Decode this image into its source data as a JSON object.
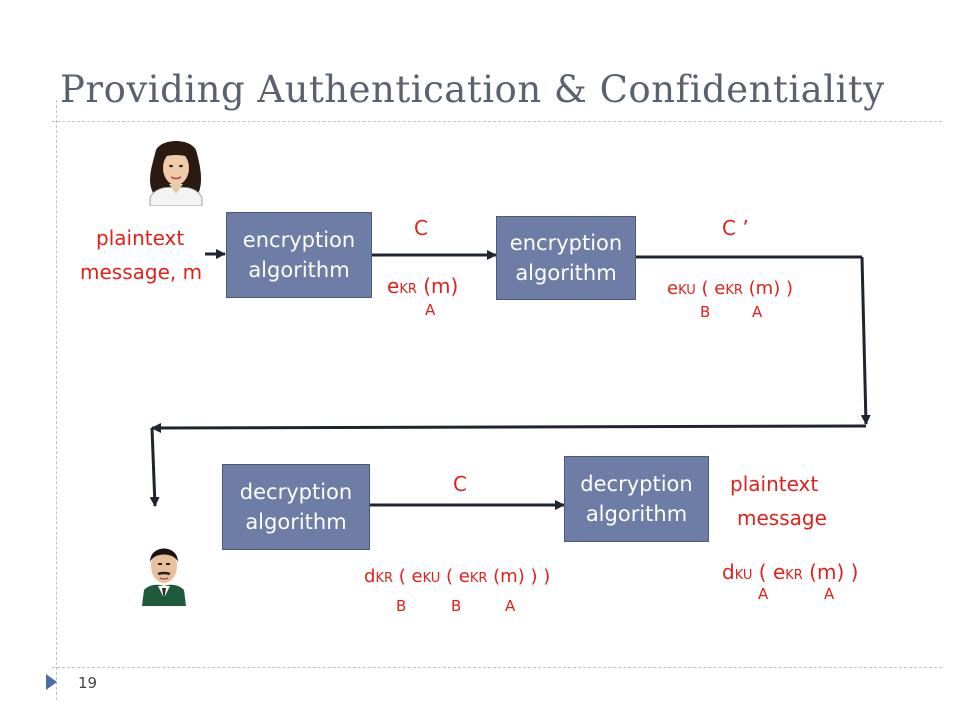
{
  "slide": {
    "title": "Providing Authentication & Confidentiality",
    "page_number": "19"
  },
  "boxes": {
    "enc1": [
      "encryption",
      "algorithm"
    ],
    "enc2": [
      "encryption",
      "algorithm"
    ],
    "dec1": [
      "decryption",
      "algorithm"
    ],
    "dec2": [
      "decryption",
      "algorithm"
    ]
  },
  "labels": {
    "plaintext_in": [
      "plaintext",
      "message, m"
    ],
    "plaintext_out": [
      "plaintext",
      "message"
    ],
    "c1": "C",
    "c2": "C ’",
    "c3": "C"
  },
  "formulas": {
    "f1": {
      "e": "e",
      "kr": "KR",
      "m": "(m)",
      "a": "A"
    },
    "f2": {
      "e": "e",
      "ku": "KU",
      "open": "(",
      "e2": "e",
      "kr": "KR",
      "m": "(m) )",
      "b": "B",
      "a": "A"
    },
    "f3": {
      "d": "d",
      "kr": "KR",
      "open1": "(",
      "e": "e",
      "ku": "KU",
      "open2": "(",
      "e2": "e",
      "kr2": "KR",
      "m": "(m) ) )",
      "b1": "B",
      "b2": "B",
      "a": "A"
    },
    "f4": {
      "d": "d",
      "ku": "KU",
      "open": "(",
      "e": "e",
      "kr": "KR",
      "m": "(m) )",
      "a1": "A",
      "a2": "A"
    }
  },
  "colors": {
    "text": "#e0211c",
    "box": "#6e7da6",
    "title": "#5a6270"
  },
  "icons": {
    "sender": "woman-avatar-icon",
    "receiver": "man-avatar-icon"
  }
}
